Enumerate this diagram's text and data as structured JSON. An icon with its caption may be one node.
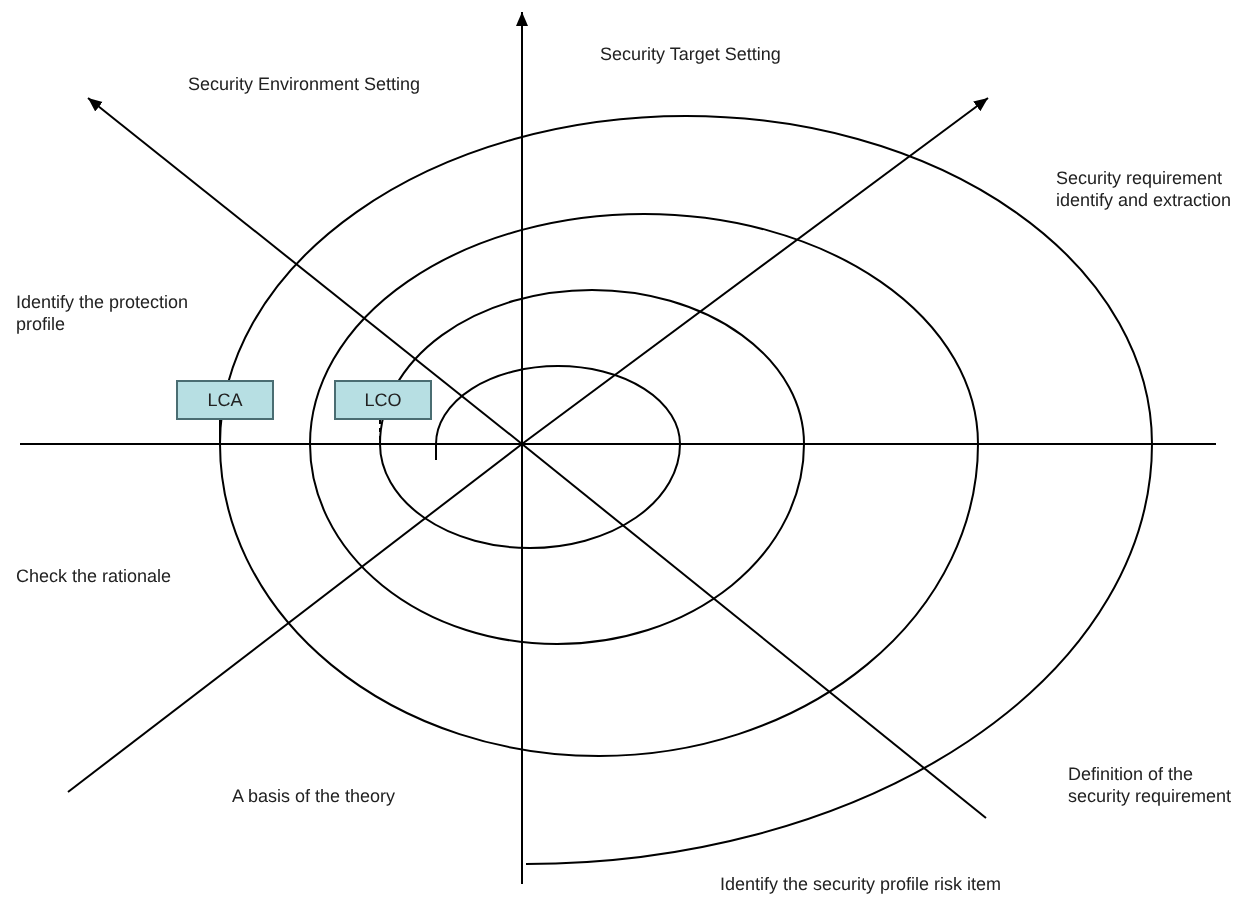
{
  "diagram": {
    "nodes": [
      {
        "text": [
          "LCA"
        ]
      },
      {
        "text": [
          "LCO"
        ]
      }
    ],
    "labels": [
      "Security Target Setting",
      "Security Environment Setting",
      "Security requirement identify and extraction",
      "Identify the protection profile",
      "Check the rationale",
      "A basis of the theory",
      "Definition of the security requirement",
      "Identify the security profile risk item"
    ]
  }
}
